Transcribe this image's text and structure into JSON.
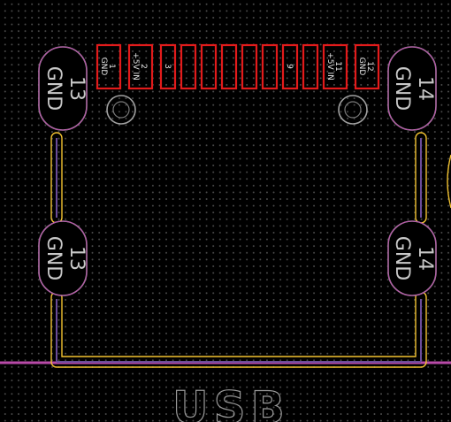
{
  "colors": {
    "background": "#000000",
    "grid_dot": "#4a4a4a",
    "pad_outline": "#e21b1b",
    "edge_cuts": "#f2c230",
    "board_outline": "#b84aa8",
    "mount_pad": "#a0a0a0",
    "silkscreen": "#9a9a9a"
  },
  "connector": {
    "pins": [
      {
        "number": "1",
        "net": "GND"
      },
      {
        "number": "2",
        "net": "+5V IN"
      },
      {
        "number": "3",
        "net": ""
      },
      {
        "number": "",
        "net": ""
      },
      {
        "number": "",
        "net": ""
      },
      {
        "number": "",
        "net": ""
      },
      {
        "number": "",
        "net": ""
      },
      {
        "number": "",
        "net": ""
      },
      {
        "number": "9",
        "net": ""
      },
      {
        "number": "",
        "net": ""
      },
      {
        "number": "11",
        "net": "+5V IN"
      },
      {
        "number": "12",
        "net": "GND"
      }
    ]
  },
  "shield_pads": [
    {
      "number": "13",
      "net": "GND"
    },
    {
      "number": "14",
      "net": "GND"
    },
    {
      "number": "13",
      "net": "GND"
    },
    {
      "number": "14",
      "net": "GND"
    }
  ],
  "silkscreen_label": "USB"
}
